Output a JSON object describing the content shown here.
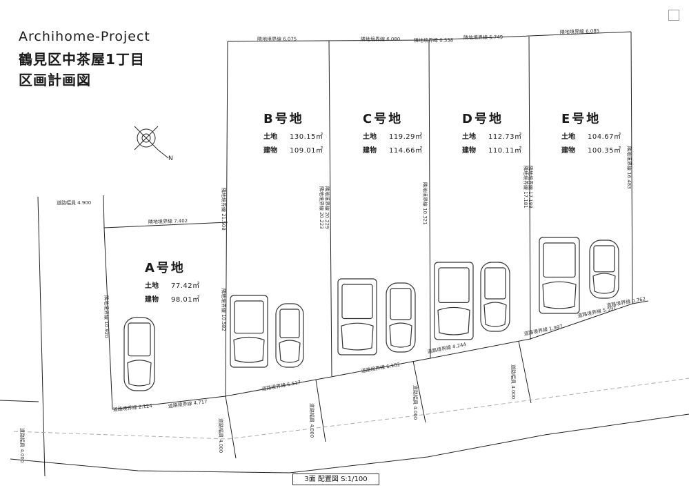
{
  "header": {
    "project": "Archihome-Project",
    "address": "鶴見区中茶屋1丁目",
    "plan_title": "区画計画図"
  },
  "lots": [
    {
      "id": "A",
      "title": "A号地",
      "land_label": "土地",
      "land_value": "77.42㎡",
      "bldg_label": "建物",
      "bldg_value": "98.01㎡"
    },
    {
      "id": "B",
      "title": "B号地",
      "land_label": "土地",
      "land_value": "130.15㎡",
      "bldg_label": "建物",
      "bldg_value": "109.01㎡"
    },
    {
      "id": "C",
      "title": "C号地",
      "land_label": "土地",
      "land_value": "119.29㎡",
      "bldg_label": "建物",
      "bldg_value": "114.66㎡"
    },
    {
      "id": "D",
      "title": "D号地",
      "land_label": "土地",
      "land_value": "112.73㎡",
      "bldg_label": "建物",
      "bldg_value": "110.11㎡"
    },
    {
      "id": "E",
      "title": "E号地",
      "land_label": "土地",
      "land_value": "104.67㎡",
      "bldg_label": "建物",
      "bldg_value": "100.35㎡"
    }
  ],
  "boundary_labels": [
    "隣地境界線 6.075",
    "隣地境界線 6.080",
    "隣地境界線 0.338",
    "隣地境界線 5.749",
    "隣地境界線 6.085",
    "隣地境界線 7.402",
    "道路境界線 2.124",
    "道路境界線 4.717",
    "道路境界線 6.517",
    "道路境界線 6.182",
    "道路境界線 4.244",
    "道路境界線 1.997",
    "道路境界線 5.597",
    "道路境界線 0.762"
  ],
  "vertical_labels": [
    "隣地境界線 21.508",
    "隣地境界線 10.582",
    "隣地境界線 20.223",
    "隣地境界線 20.229",
    "隣地境界線 10.321",
    "隣地境界線 17.181",
    "隣地境界線 17.188",
    "隣地境界線 16.483",
    "隣地境界線 10.920"
  ],
  "road_width_labels": [
    "道路幅員 4.900",
    "道路幅員 4.000",
    "道路幅員 4.000",
    "道路幅員 4.000",
    "道路幅員 4.000",
    "道路幅員 4.000"
  ],
  "north_label": "N",
  "scale_label": "3面 配置図 S:1/100"
}
